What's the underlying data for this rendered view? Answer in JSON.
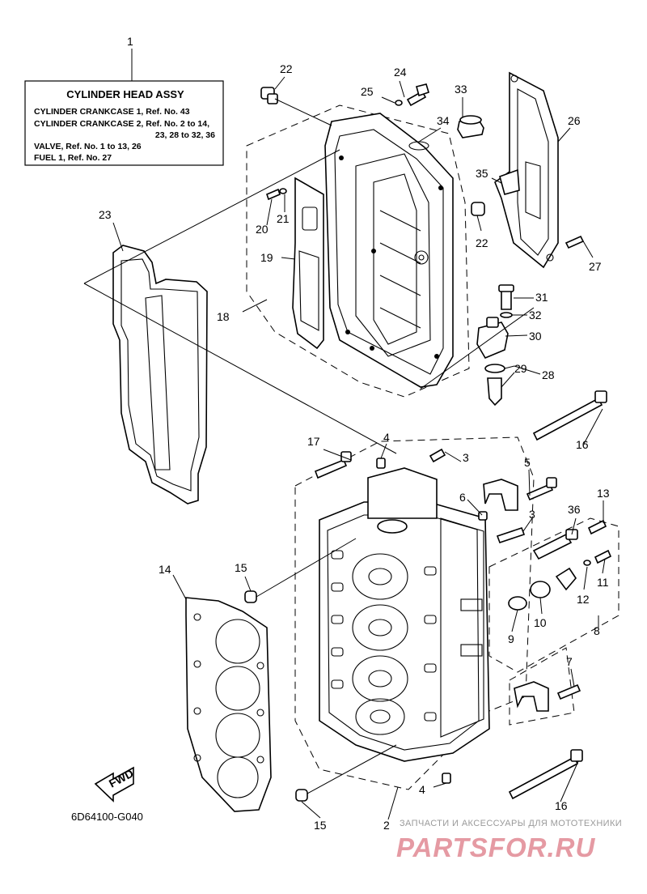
{
  "diagram": {
    "assembly_box": {
      "callout": "1",
      "title": "CYLINDER HEAD ASSY",
      "lines": [
        "CYLINDER CRANKCASE 1,  Ref. No. 43",
        "CYLINDER CRANKCASE 2,  Ref. No. 2 to 14,",
        "23, 28 to 32, 36",
        "VALVE,  Ref. No. 1 to 13, 26",
        "FUEL 1,  Ref. No. 27"
      ]
    },
    "callouts": {
      "c2": "2",
      "c3a": "3",
      "c3b": "3",
      "c4a": "4",
      "c4b": "4",
      "c5": "5",
      "c6": "6",
      "c7": "7",
      "c8": "8",
      "c9": "9",
      "c10": "10",
      "c11": "11",
      "c12": "12",
      "c13": "13",
      "c14": "14",
      "c15a": "15",
      "c15b": "15",
      "c16a": "16",
      "c16b": "16",
      "c17": "17",
      "c18": "18",
      "c19": "19",
      "c20": "20",
      "c21": "21",
      "c22a": "22",
      "c22b": "22",
      "c23": "23",
      "c24": "24",
      "c25": "25",
      "c26": "26",
      "c27": "27",
      "c28": "28",
      "c29": "29",
      "c30": "30",
      "c31": "31",
      "c32": "32",
      "c33": "33",
      "c34": "34",
      "c35": "35",
      "c36": "36"
    },
    "fwd_label": "FWD",
    "drawing_code": "6D64100-G040"
  },
  "watermark": {
    "subtitle": "ЗАПЧАСТИ И АКСЕССУАРЫ ДЛЯ МОТОТЕХНИКИ",
    "brand": "PARTSFOR.RU"
  }
}
